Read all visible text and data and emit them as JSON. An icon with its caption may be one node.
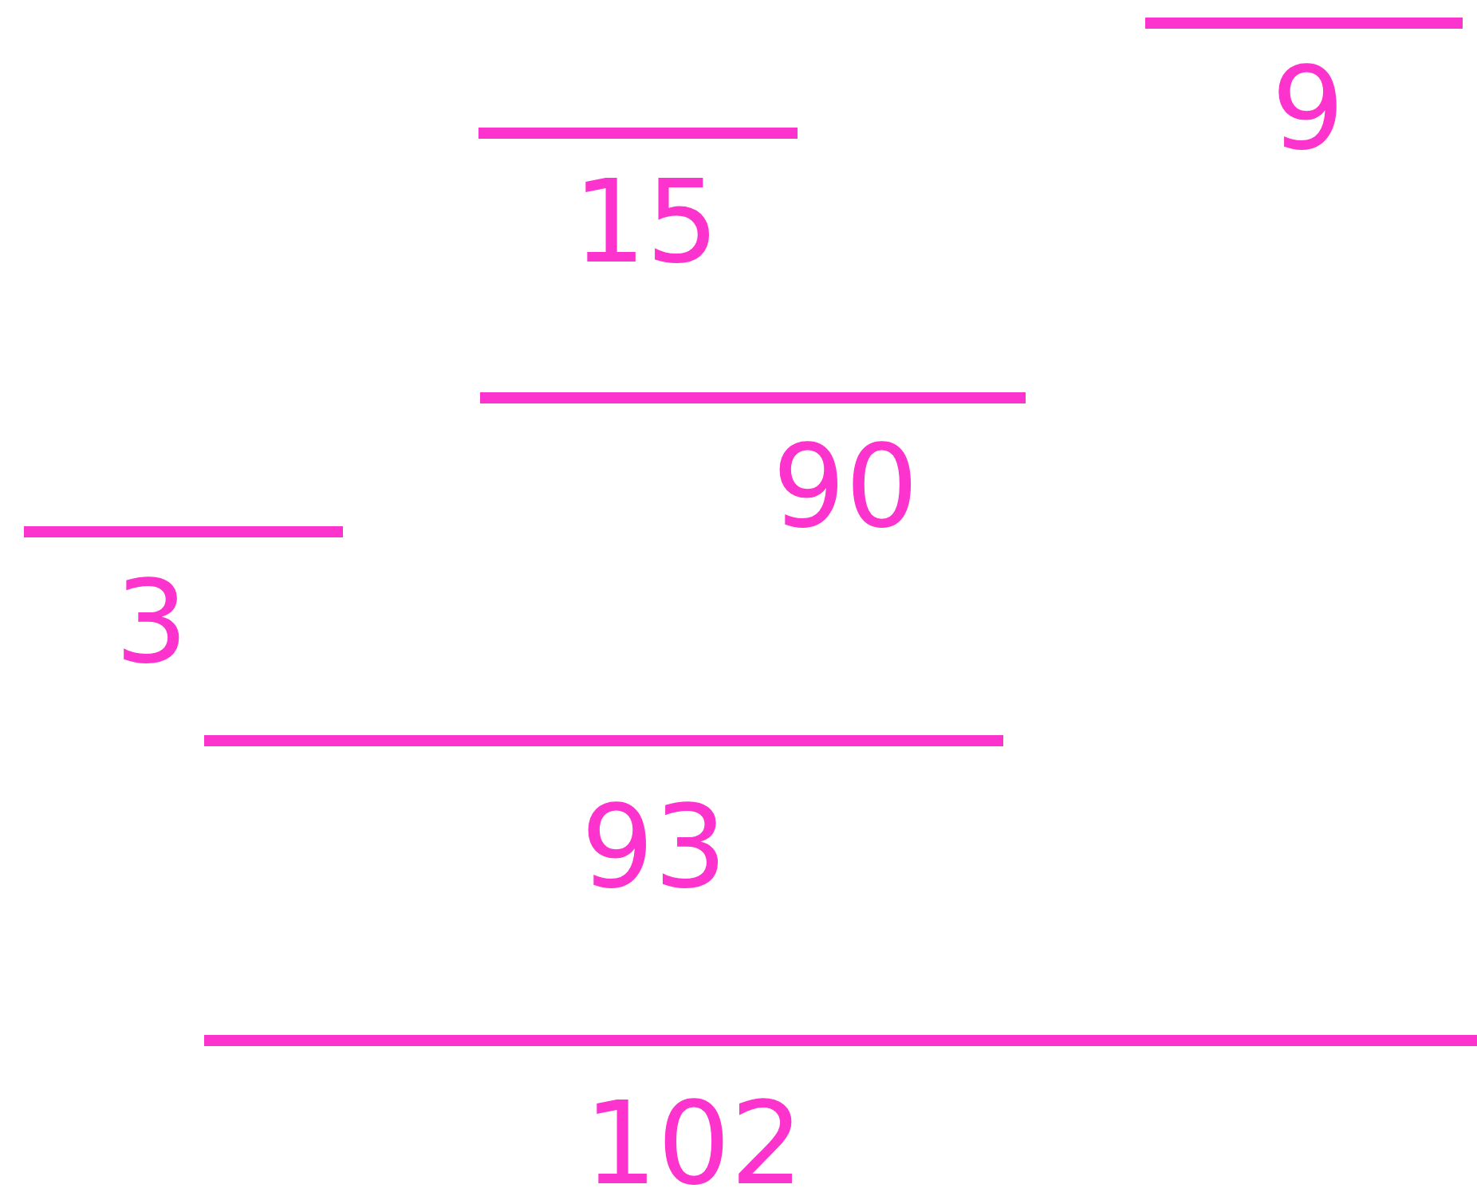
{
  "diagram": {
    "nodes": [
      {
        "text": [
          "9"
        ]
      },
      {
        "text": [
          "15"
        ]
      },
      {
        "text": [
          "90"
        ]
      },
      {
        "text": [
          "3"
        ]
      },
      {
        "text": [
          "93"
        ]
      },
      {
        "text": [
          "102"
        ]
      }
    ]
  }
}
